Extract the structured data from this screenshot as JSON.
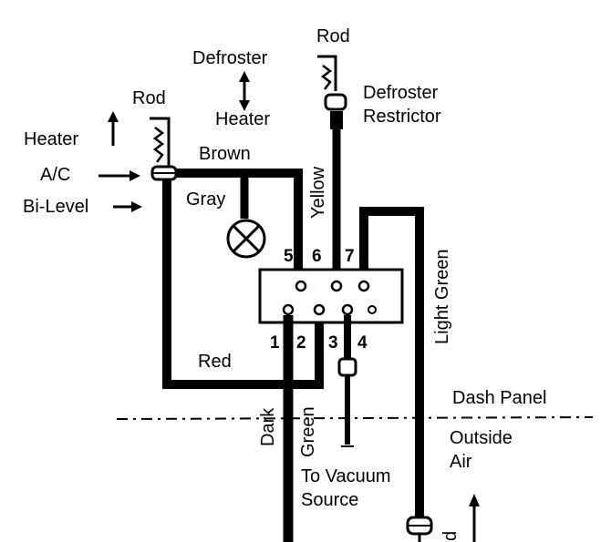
{
  "labels": {
    "rod_left": "Rod",
    "rod_top": "Rod",
    "defroster": "Defroster",
    "heater_top": "Heater",
    "defroster_restrictor_1": "Defroster",
    "defroster_restrictor_2": "Restrictor",
    "heater_left": "Heater",
    "ac": "A/C",
    "bi_level": "Bi-Level",
    "brown": "Brown",
    "gray": "Gray",
    "yellow": "Yellow",
    "light_green": "Light Green",
    "red": "Red",
    "dark": "Dark",
    "green": "Green",
    "dash_panel": "Dash Panel",
    "outside_air_1": "Outside",
    "outside_air_2": "Air",
    "to_vacuum": "To Vacuum",
    "source": "Source",
    "partial_label": "d"
  },
  "ports": {
    "top": [
      "5",
      "6",
      "7"
    ],
    "bottom": [
      "1",
      "2",
      "3",
      "4"
    ]
  }
}
